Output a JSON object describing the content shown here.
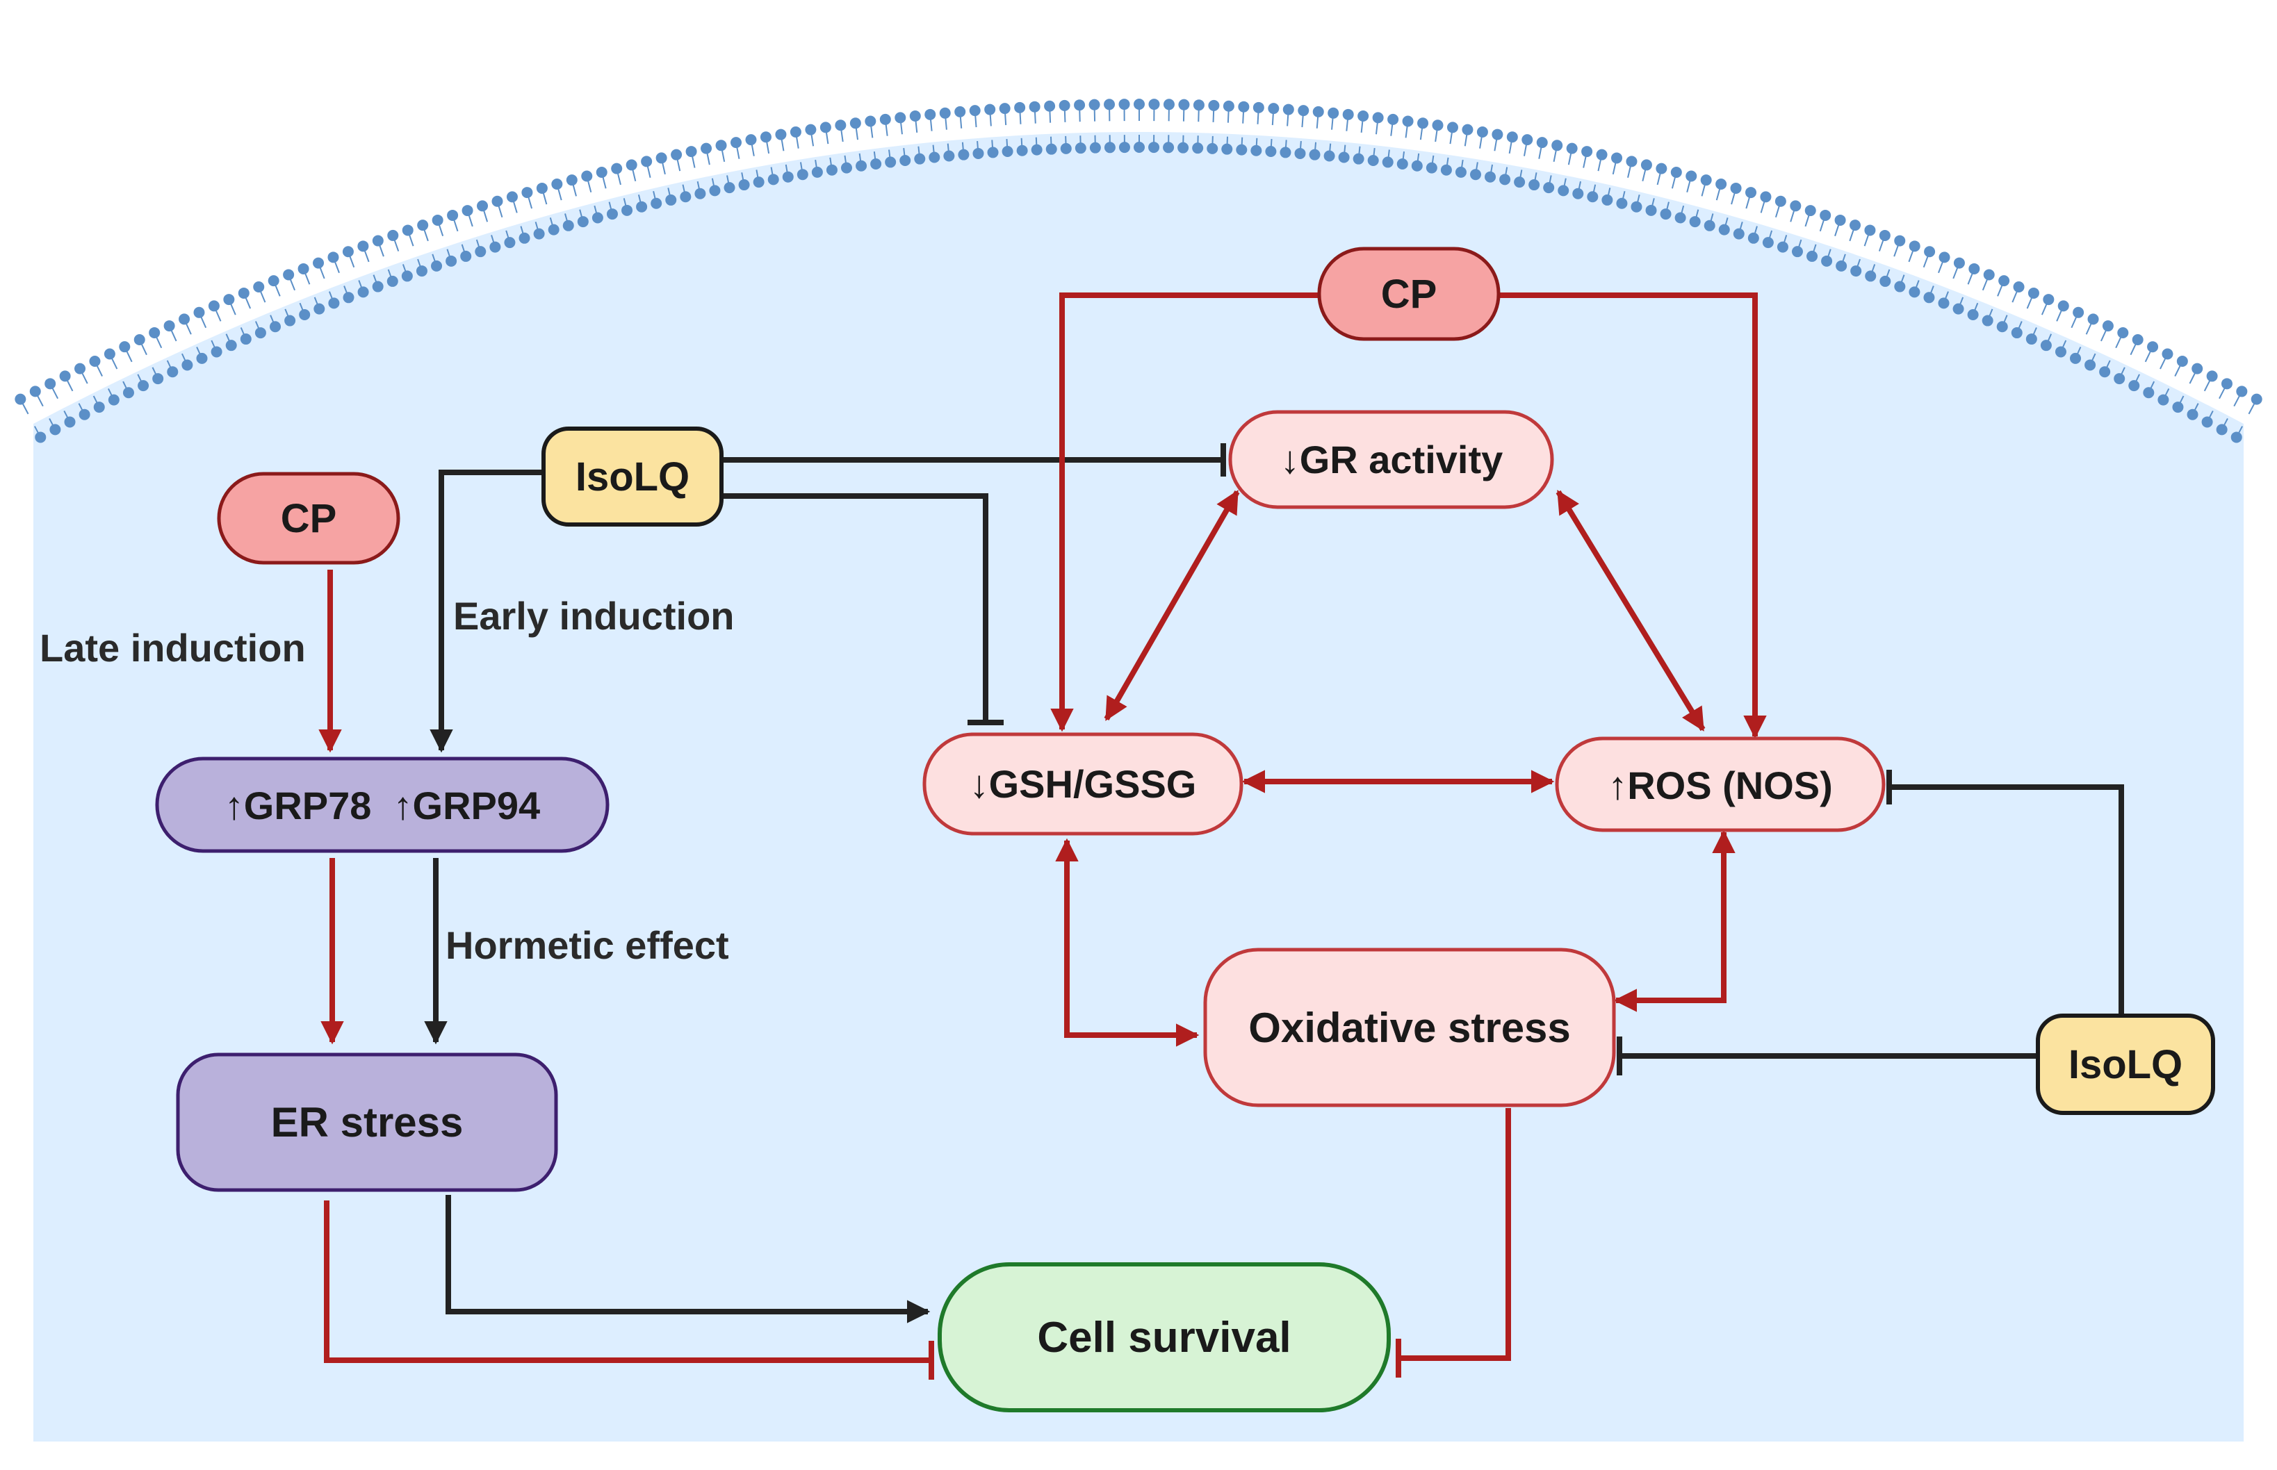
{
  "colors": {
    "cell_fill": "#ddeeff",
    "membrane": "#5b8fc7",
    "red": "#b01e1e",
    "black": "#222222",
    "cp_fill": "#f6a3a3",
    "cp_stroke": "#8b1a1a",
    "isolq_fill": "#fbe3a0",
    "isolq_stroke": "#1a1a1a",
    "grp_fill": "#b9b1db",
    "grp_stroke": "#3d1f6e",
    "pink_fill": "#fde0e0",
    "pink_stroke": "#c0393b",
    "green_fill": "#d7f3d5",
    "green_stroke": "#1f7a2a"
  },
  "nodes": {
    "cp_left": "CP",
    "isolq_top": "IsoLQ",
    "grp": "↑GRP78  ↑GRP94",
    "er_stress": "ER stress",
    "cp_top": "CP",
    "gr_activity": "↓GR activity",
    "gsh": "↓GSH/GSSG",
    "ros": "↑ROS (NOS)",
    "oxidative": "Oxidative stress",
    "isolq_right": "IsoLQ",
    "cell_survival": "Cell survival"
  },
  "labels": {
    "late_induction": "Late induction",
    "early_induction": "Early induction",
    "hormetic_effect": "Hormetic effect"
  }
}
